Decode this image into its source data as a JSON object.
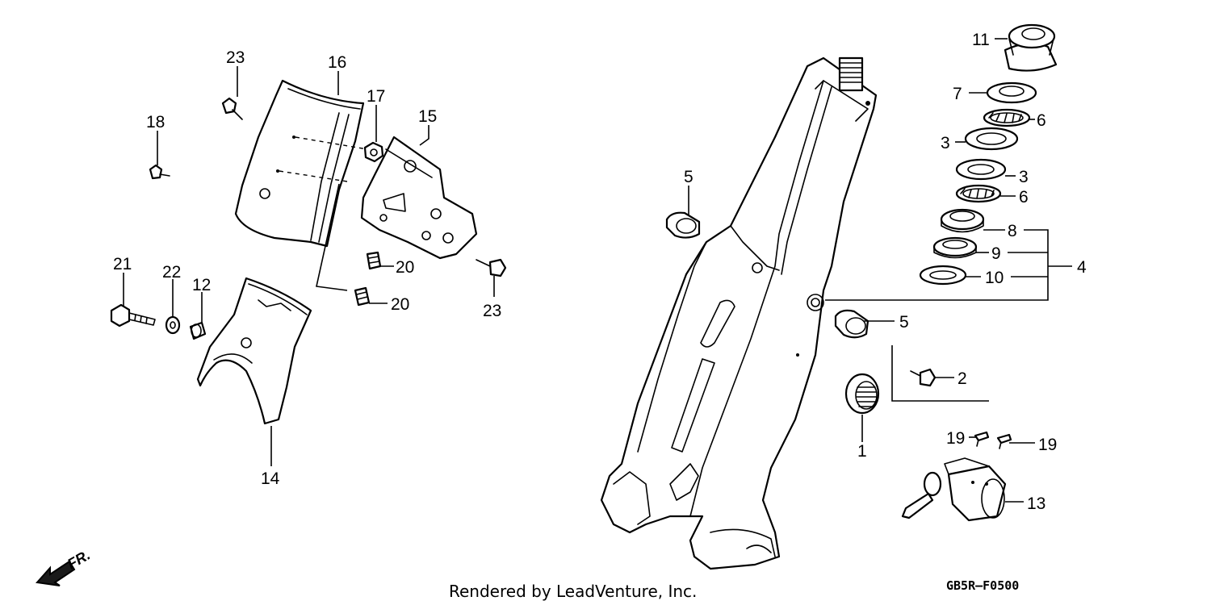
{
  "callouts": {
    "c1": "1",
    "c2": "2",
    "c3a": "3",
    "c3b": "3",
    "c4": "4",
    "c5a": "5",
    "c5b": "5",
    "c6a": "6",
    "c6b": "6",
    "c7": "7",
    "c8": "8",
    "c9": "9",
    "c10": "10",
    "c11": "11",
    "c12": "12",
    "c13": "13",
    "c14": "14",
    "c15": "15",
    "c16": "16",
    "c17": "17",
    "c18": "18",
    "c19a": "19",
    "c19b": "19",
    "c20a": "20",
    "c20b": "20",
    "c21": "21",
    "c22": "22",
    "c23a": "23",
    "c23b": "23"
  },
  "direction_label": "FR.",
  "footer": {
    "credit": "Rendered by LeadVenture, Inc.",
    "diagram_code": "GB5R–F0500"
  },
  "icons": {
    "front_arrow": "front-direction-arrow-icon"
  }
}
